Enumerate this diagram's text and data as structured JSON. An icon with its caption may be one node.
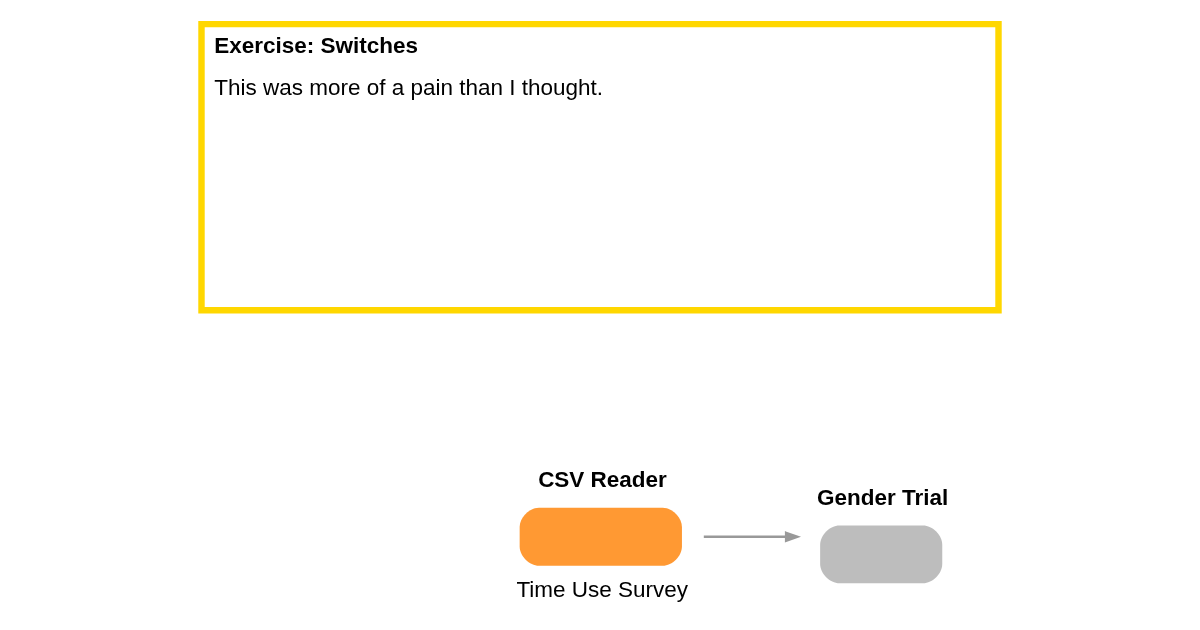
{
  "diagram": {
    "nodes": [
      {
        "text": [
          "Exercise: Switches",
          "This was more of a pain than I thought."
        ]
      },
      {
        "text": [
          "CSV Reader"
        ],
        "beside": [
          "Time Use Survey"
        ]
      },
      {
        "text": [
          "Gender Trial"
        ]
      }
    ],
    "edges": [
      {
        "from": 1,
        "to": 2,
        "arrow": "to"
      }
    ]
  }
}
